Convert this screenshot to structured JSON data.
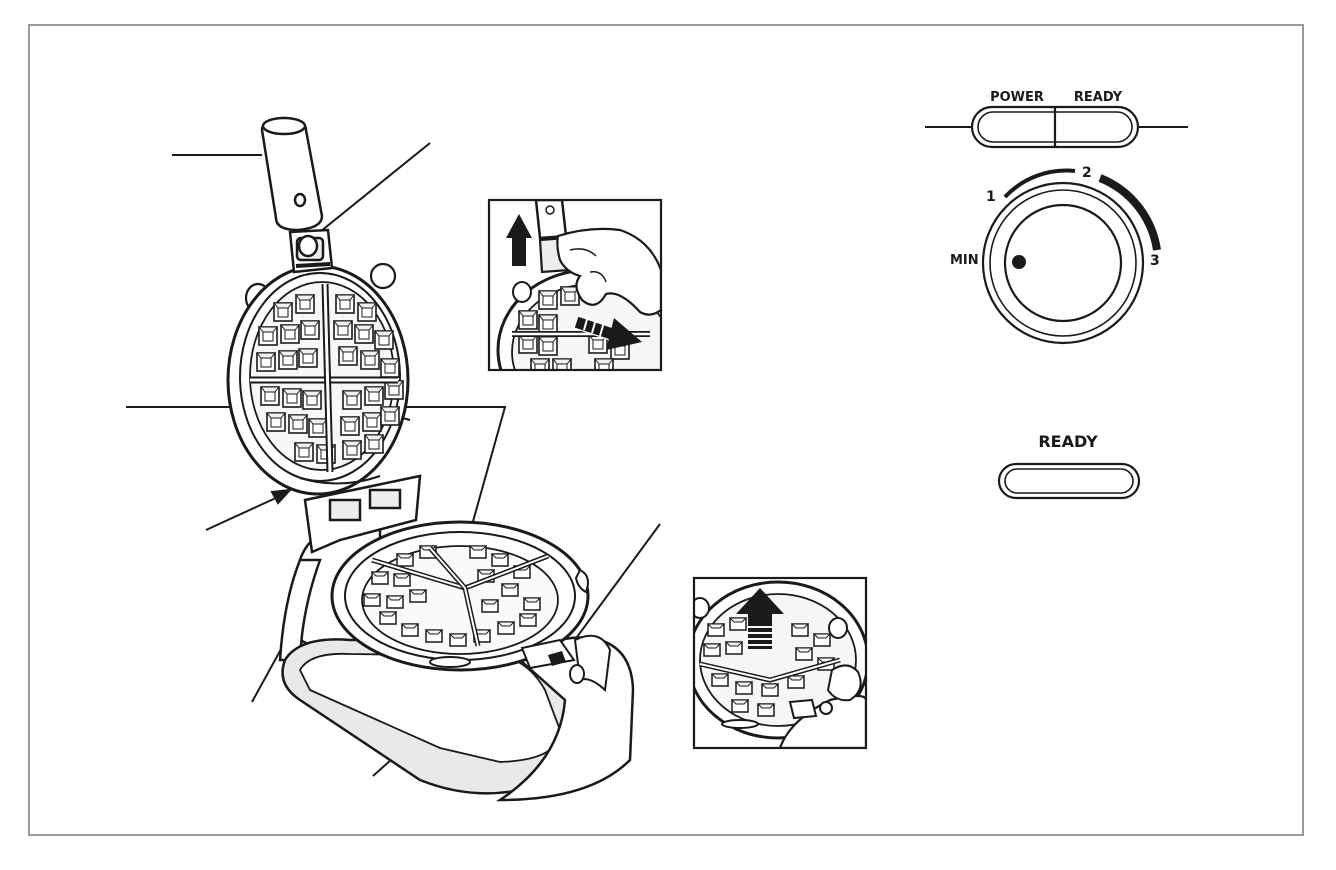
{
  "control_panel": {
    "power_label": "POWER",
    "ready_label": "READY",
    "dial_marks": {
      "min": "MIN",
      "one": "1",
      "two": "2",
      "three": "3"
    }
  },
  "ready_indicator": {
    "label": "READY"
  },
  "colors": {
    "ink": "#1a1a1a",
    "frame": "#9a9a9a",
    "tray": "#e9e9e9"
  }
}
